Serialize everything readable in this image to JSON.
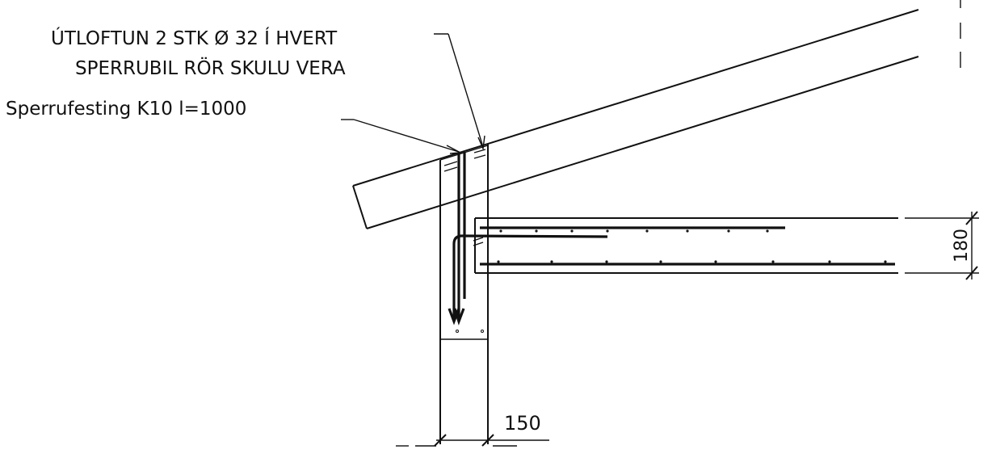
{
  "annotations": {
    "outlet_note_line1": "ÚTLOFTUN 2 STK Ø 32 Í HVERT",
    "outlet_note_line2": "SPERRUBIL RÖR SKULU VERA",
    "rafter_fixing_note": "Sperrufesting K10 l=1000"
  },
  "dimensions": {
    "slab_thickness": "180",
    "wall_thickness": "150"
  },
  "colors": {
    "ink": "#111111",
    "paper": "#ffffff"
  }
}
